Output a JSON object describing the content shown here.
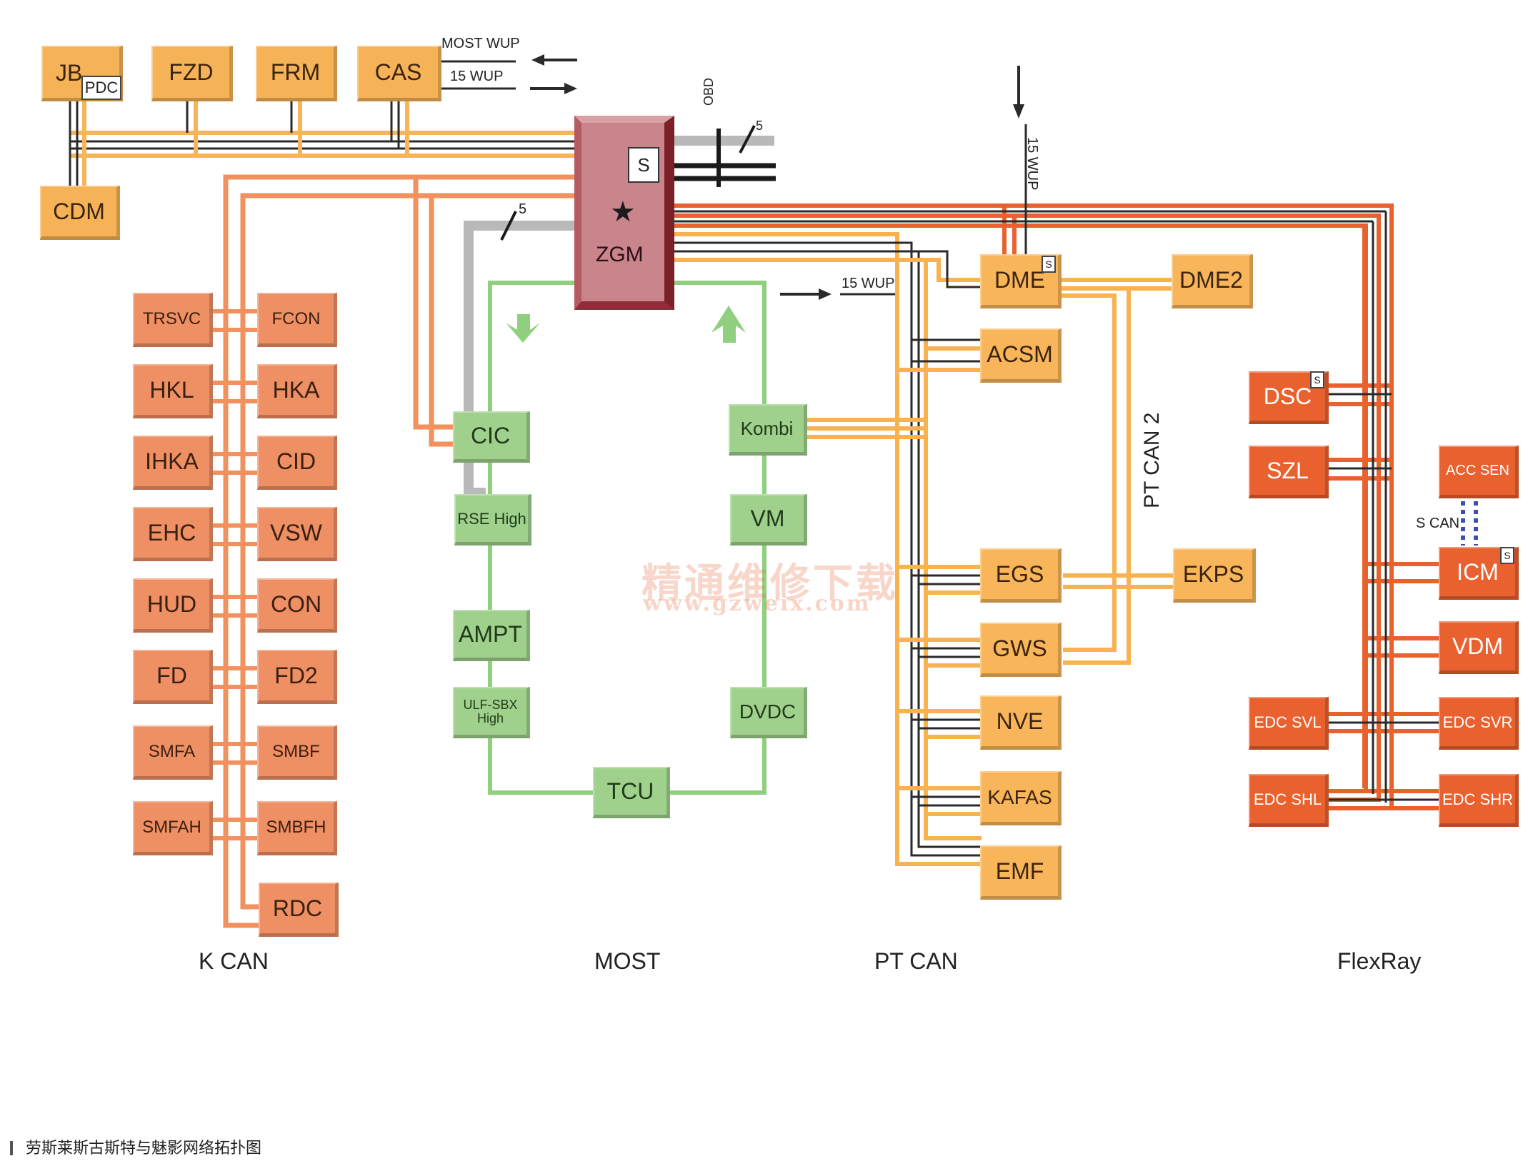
{
  "colors": {
    "kcan": "#f2905e",
    "kcan_top": "#f7b45a",
    "most": "#8fcf7e",
    "ptcan": "#f8b24f",
    "flexray": "#e8612f",
    "zgm": "#c9848c",
    "obd": "#b9b9b9",
    "wire_dark": "#2a2a2a",
    "scan_dots": "#3a4fb0"
  },
  "top_row": {
    "jb": "JB",
    "pdc": "PDC",
    "fzd": "FZD",
    "frm": "FRM",
    "cas": "CAS",
    "cdm": "CDM",
    "most_wup": "MOST WUP",
    "wup15": "15 WUP"
  },
  "zgm": {
    "name": "ZGM",
    "badge": "S",
    "star": "★",
    "obd": "OBD",
    "obd_count": "5",
    "gray_count": "5"
  },
  "kcan": {
    "label": "K CAN",
    "left": [
      "TRSVC",
      "HKL",
      "IHKA",
      "EHC",
      "HUD",
      "FD",
      "SMFA",
      "SMFAH"
    ],
    "right": [
      "FCON",
      "HKA",
      "CID",
      "VSW",
      "CON",
      "FD2",
      "SMBF",
      "SMBFH",
      "RDC"
    ]
  },
  "most": {
    "label": "MOST",
    "cic": "CIC",
    "rse": "RSE High",
    "ampt": "AMPT",
    "ulf_line1": "ULF-SBX",
    "ulf_line2": "High",
    "tcu": "TCU",
    "kombi": "Kombi",
    "vm": "VM",
    "dvdc": "DVDC",
    "wup15": "15 WUP"
  },
  "ptcan": {
    "label": "PT CAN",
    "label2": "PT CAN 2",
    "dme": "DME",
    "dme2": "DME2",
    "acsm": "ACSM",
    "egs": "EGS",
    "ekps": "EKPS",
    "gws": "GWS",
    "nve": "NVE",
    "kafas": "KAFAS",
    "emf": "EMF",
    "wup15": "15 WUP",
    "s": "S"
  },
  "flexray": {
    "label": "FlexRay",
    "dsc": "DSC",
    "szl": "SZL",
    "acc": "ACC SEN",
    "scan": "S CAN",
    "icm": "ICM",
    "vdm": "VDM",
    "edc_svl": "EDC SVL",
    "edc_svr": "EDC SVR",
    "edc_shl": "EDC SHL",
    "edc_shr": "EDC SHR",
    "s": "S"
  },
  "watermark": {
    "line1": "精通维修下载",
    "line2": "www.gzweix.com"
  },
  "caption": "劳斯莱斯古斯特与魅影网络拓扑图"
}
